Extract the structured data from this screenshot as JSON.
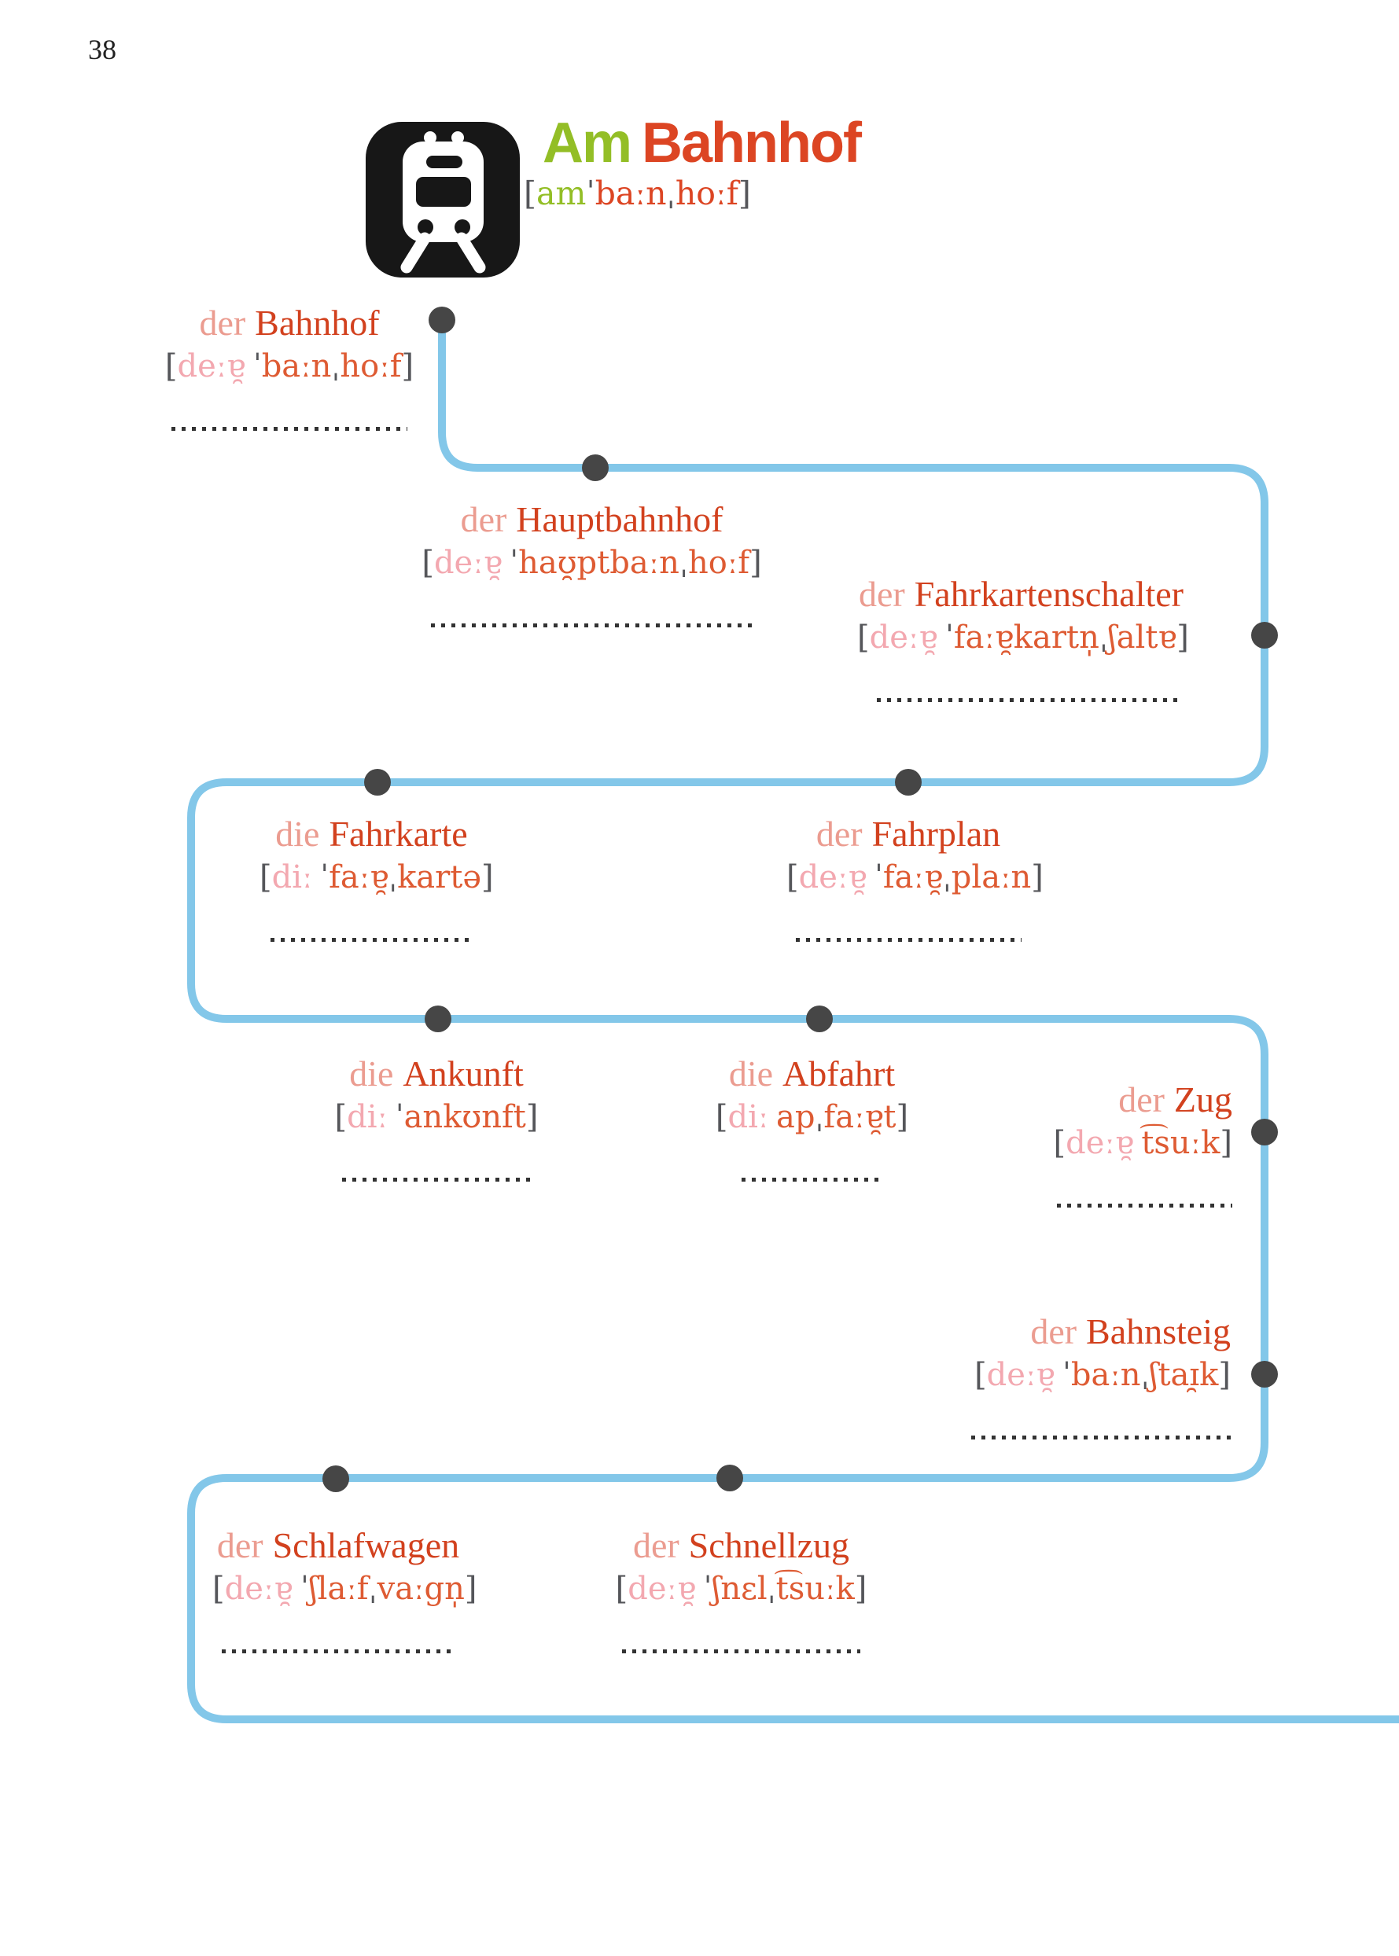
{
  "page_number": "38",
  "punctuation": {
    "bracket_open": "[",
    "bracket_close": "]"
  },
  "header": {
    "title": {
      "article": "Am",
      "noun": "Bahnhof"
    },
    "ipa": {
      "article": "am",
      "rest": "ˈbaːnˌhoːf"
    }
  },
  "colors": {
    "line-blue": "#83C7E9",
    "station-gray": "#464646",
    "noun-red": "#D2411E",
    "article-salmon": "#EB9C90",
    "ipa-pink": "#F3A8B0",
    "ipa-orange": "#DE5B33",
    "bracket-gray": "#55565A",
    "title-green": "#93BE26",
    "title-red": "#DC4523",
    "write-dot": "#333333",
    "icon-black": "#171717",
    "page-text": "#222222"
  },
  "entries": [
    {
      "article": "der",
      "noun": "Bahnhof",
      "ipa_article": "deːɐ̯",
      "ipa_rest": "ˈbaːnˌhoːf"
    },
    {
      "article": "der",
      "noun": "Hauptbahnhof",
      "ipa_article": "deːɐ̯",
      "ipa_rest": "ˈhaʊ̯ptbaːnˌhoːf"
    },
    {
      "article": "der",
      "noun": "Fahrkartenschalter",
      "ipa_article": "deːɐ̯",
      "ipa_rest": "ˈfaːɐ̯kartn̩ˌʃaltɐ"
    },
    {
      "article": "die",
      "noun": "Fahrkarte",
      "ipa_article": "diː",
      "ipa_rest": "ˈfaːɐ̯ˌkartə"
    },
    {
      "article": "der",
      "noun": "Fahrplan",
      "ipa_article": "deːɐ̯",
      "ipa_rest": "ˈfaːɐ̯ˌplaːn"
    },
    {
      "article": "die",
      "noun": "Ankunft",
      "ipa_article": "diː",
      "ipa_rest": "ˈankʊnft"
    },
    {
      "article": "die",
      "noun": "Abfahrt",
      "ipa_article": "diː",
      "ipa_rest": "apˌfaːɐ̯t"
    },
    {
      "article": "der",
      "noun": "Zug",
      "ipa_article": "deːɐ̯",
      "ipa_rest": "t͡suːk"
    },
    {
      "article": "der",
      "noun": "Bahnsteig",
      "ipa_article": "deːɐ̯",
      "ipa_rest": "ˈbaːnˌʃtaɪ̯k"
    },
    {
      "article": "der",
      "noun": "Schlafwagen",
      "ipa_article": "deːɐ̯",
      "ipa_rest": "ˈʃlaːfˌvaːgn̩"
    },
    {
      "article": "der",
      "noun": "Schnellzug",
      "ipa_article": "deːɐ̯",
      "ipa_rest": "ˈʃnɛlˌt͡suːk"
    }
  ]
}
